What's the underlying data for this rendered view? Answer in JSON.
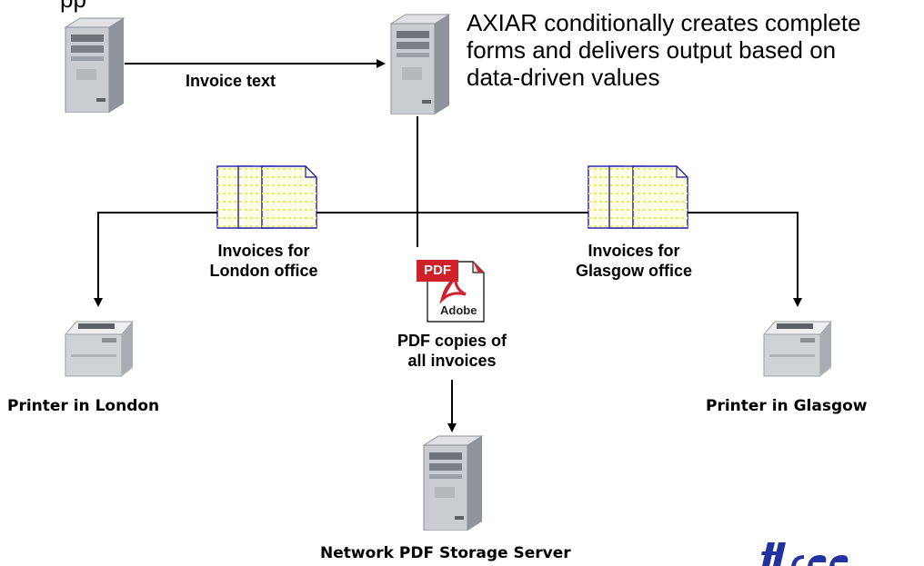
{
  "top_partial_text": "pp",
  "description": {
    "line1": "AXIAR conditionally creates complete",
    "line2": "forms and delivers output based on",
    "line3": "data-driven values"
  },
  "labels": {
    "invoice_text": "Invoice text",
    "london_invoices_line1": "Invoices for",
    "london_invoices_line2": "London office",
    "glasgow_invoices_line1": "Invoices for",
    "glasgow_invoices_line2": "Glasgow office",
    "pdf_copies_line1": "PDF copies of",
    "pdf_copies_line2": "all invoices",
    "printer_london": "Printer in London",
    "printer_glasgow": "Printer in Glasgow",
    "storage_server": "Network PDF Storage Server"
  },
  "pdf_icon": {
    "badge": "PDF",
    "brand": "Adobe"
  },
  "colors": {
    "line": "#000000",
    "document_border": "#1c1ca8",
    "document_fill": "#fdfde6",
    "document_dots": "#f2ef3a",
    "pdf_red": "#d0202a",
    "logo_blue": "#2233a0"
  }
}
